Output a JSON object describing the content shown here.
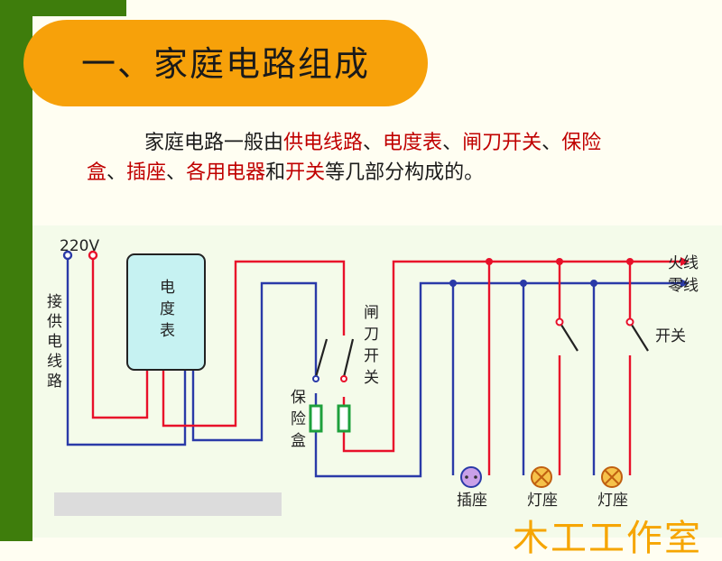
{
  "title": "一、家庭电路组成",
  "paragraph": {
    "p1": "家庭电路一般由",
    "h1": "供电线路",
    "p2": "、",
    "h2": "电度表",
    "p3": "、",
    "h3": "闸刀",
    "p4": "",
    "h4": "开关",
    "p5": "、",
    "h5": "保险盒",
    "p6": "、",
    "h6": "插座",
    "p7": "、",
    "h7": "各用电器",
    "p8": "和",
    "h8": "开关",
    "p9": "等几部分构成的。"
  },
  "diagram": {
    "voltage": "220V",
    "supply_label": [
      "接",
      "供",
      "电",
      "线",
      "路"
    ],
    "meter": [
      "电",
      "度",
      "表"
    ],
    "knife_switch": [
      "闸",
      "刀",
      "开",
      "关"
    ],
    "fuse_box": [
      "保",
      "险",
      "盒"
    ],
    "live_wire": "火线",
    "neutral_wire": "零线",
    "switch_label": "开关",
    "socket": "插座",
    "lamp1": "灯座",
    "lamp2": "灯座",
    "colors": {
      "live": "#e8102a",
      "neutral": "#2a3aa8",
      "meter_fill": "#c6f2f2",
      "fuse": "#1ea03c",
      "background": "#f4fbea"
    }
  },
  "watermark": "木工工作室"
}
